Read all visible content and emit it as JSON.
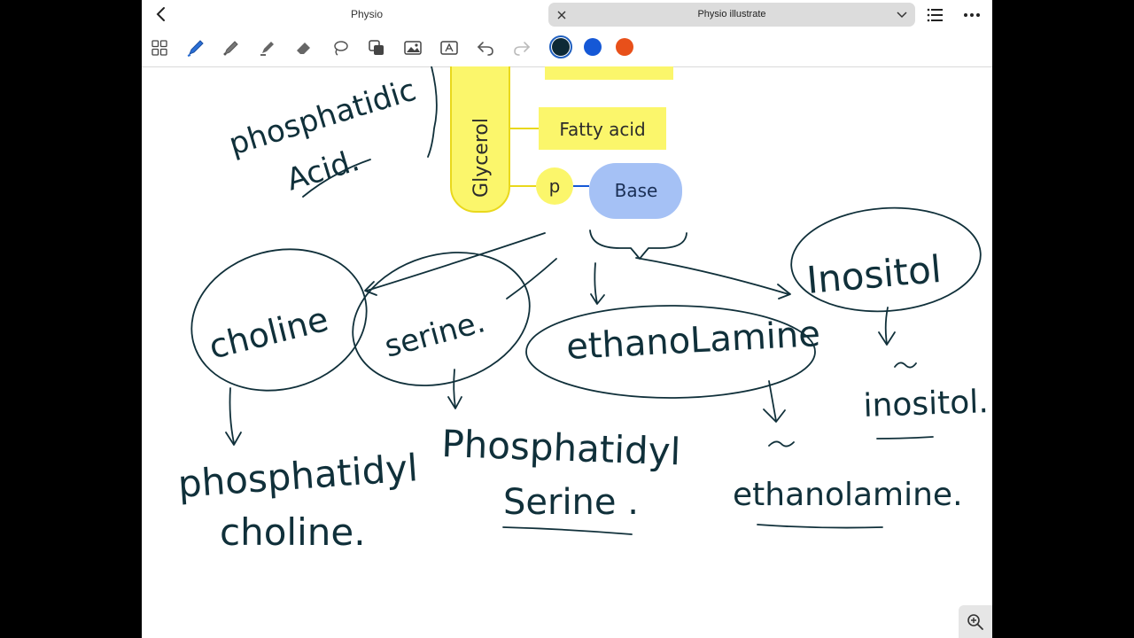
{
  "header": {
    "doc_title": "Physio",
    "tab_title": "Physio illustrate"
  },
  "toolbar": {
    "tools": [
      "thumbnails-icon",
      "pen-icon",
      "pencil-icon",
      "highlighter-icon",
      "eraser-icon",
      "lasso-icon",
      "shapes-icon",
      "image-icon",
      "text-icon",
      "undo-icon",
      "redo-icon"
    ],
    "colors": [
      "#0e2a36",
      "#1558d6",
      "#e8501a"
    ],
    "selected_color": "#0e2a36"
  },
  "diagram": {
    "glycerol_label": "Glycerol",
    "fatty_acid_label": "Fatty acid",
    "phosphate_label": "p",
    "base_label": "Base",
    "colors": {
      "yellow": "#fbf66b",
      "yellow_stroke": "#e9d81c",
      "base": "#a5c1f5"
    }
  },
  "notes": {
    "phosphatidic": "phosphatidic",
    "acid": "Acid.",
    "choline": "choline",
    "serine": "serine.",
    "ethanolamine": "ethanoLamine",
    "inositol": "Inositol",
    "phosphatidyl_choline_1": "phosphatidyl",
    "phosphatidyl_choline_2": "choline.",
    "phosphatidyl_serine_1": "Phosphatidyl",
    "phosphatidyl_serine_2": "Serine .",
    "ethanolamine_out": "ethanolamine.",
    "inositol_out": "inositol."
  }
}
